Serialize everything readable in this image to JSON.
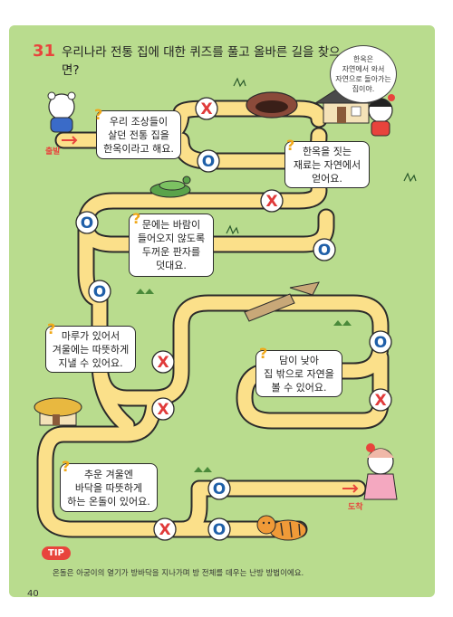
{
  "question": {
    "number": "31",
    "text": "우리나라 전통 집에 대한 퀴즈를 풀고 올바른 길을 찾으면?"
  },
  "speech_bubble": "한옥은\n자연에서 와서\n자연으로 돌아가는\n집이야.",
  "start_label": "출발",
  "end_label": "도착",
  "question_mark": "?",
  "boxes": [
    {
      "text": "우리 조상들이\n살던 전통 집을\n한옥이라고 해요."
    },
    {
      "text": "한옥을 짓는\n재료는 자연에서\n얻어요."
    },
    {
      "text": "문에는 바람이\n들어오지 않도록\n두꺼운 판자를\n덧대요."
    },
    {
      "text": "마루가 있어서\n겨울에는 따뜻하게\n지낼 수 있어요."
    },
    {
      "text": "담이 낮아\n집 밖으로 자연을\n볼 수 있어요."
    },
    {
      "text": "추운 겨울엔\n바닥을 따뜻하게\n하는 온돌이 있어요."
    }
  ],
  "markers": [
    {
      "symbol": "X"
    },
    {
      "symbol": "O"
    },
    {
      "symbol": "O"
    },
    {
      "symbol": "X"
    },
    {
      "symbol": "O"
    },
    {
      "symbol": "O"
    },
    {
      "symbol": "X"
    },
    {
      "symbol": "O"
    },
    {
      "symbol": "X"
    },
    {
      "symbol": "X"
    },
    {
      "symbol": "O"
    },
    {
      "symbol": "O"
    },
    {
      "symbol": "X"
    }
  ],
  "tip": {
    "label": "TIP",
    "text": "온돌은 아궁이의 열기가 방바닥을 지나가며 방 전체를 데우는 난방 방법이에요."
  },
  "page_number": "40",
  "colors": {
    "background": "#b9dc8e",
    "path_fill": "#fbe08a",
    "path_outline": "#2b2b2b",
    "o_marker": "#1f5fa8",
    "x_marker": "#e03a3a",
    "accent": "#e8443c",
    "question_mark": "#f0a818"
  }
}
